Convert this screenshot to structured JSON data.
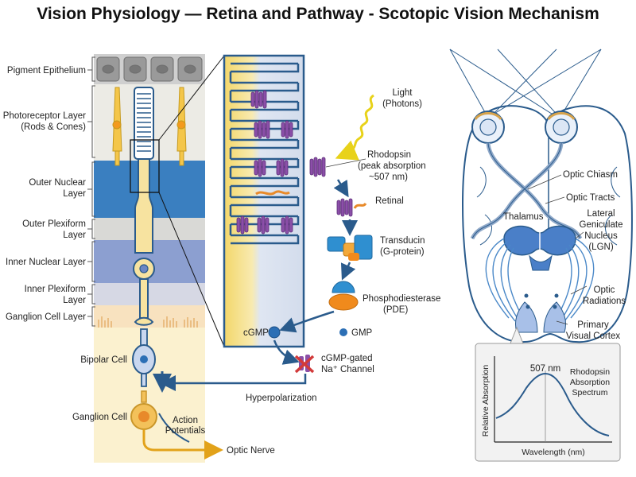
{
  "title": "Vision Physiology — Retina and Pathway - Scotopic Vision Mechanism",
  "retina_layers": {
    "pigment_epithelium": "Pigment Epithelium",
    "photoreceptor_1": "Photoreceptor Layer",
    "photoreceptor_2": "(Rods & Cones)",
    "outer_nuclear_1": "Outer Nuclear",
    "outer_nuclear_2": "Layer",
    "outer_plexiform_1": "Outer Plexiform",
    "outer_plexiform_2": "Layer",
    "inner_nuclear": "Inner Nuclear Layer",
    "inner_plexiform_1": "Inner Plexiform",
    "inner_plexiform_2": "Layer",
    "ganglion_layer": "Ganglion Cell Layer"
  },
  "cells": {
    "bipolar": "Bipolar Cell",
    "ganglion": "Ganglion Cell",
    "action_1": "Action",
    "action_2": "Potentials",
    "optic_nerve": "Optic Nerve"
  },
  "cascade": {
    "light_1": "Light",
    "light_2": "(Photons)",
    "rhodopsin_1": "Rhodopsin",
    "rhodopsin_2": "(peak absorption",
    "rhodopsin_3": "~507 nm)",
    "retinal": "Retinal",
    "transducin_1": "Transducin",
    "transducin_2": "(G-protein)",
    "pde_1": "Phosphodiesterase",
    "pde_2": "(PDE)",
    "cgmp": "cGMP",
    "gmp": "GMP",
    "channel_1": "cGMP-gated",
    "channel_2": "Na⁺ Channel",
    "hyperpolarization": "Hyperpolarization"
  },
  "brain": {
    "optic_chiasm": "Optic Chiasm",
    "optic_tracts": "Optic Tracts",
    "thalamus": "Thalamus",
    "lgn_1": "Lateral",
    "lgn_2": "Geniculate",
    "lgn_3": "Nucleus",
    "lgn_4": "(LGN)",
    "radiations_1": "Optic",
    "radiations_2": "Radiations",
    "cortex_1": "Primary",
    "cortex_2": "Visual Cortex"
  },
  "spectrum": {
    "peak_label": "507 nm",
    "legend_1": "Rhodopsin",
    "legend_2": "Absorption",
    "legend_3": "Spectrum",
    "ylabel": "Relative Absorption",
    "xlabel": "Wavelength (nm)"
  },
  "colors": {
    "outline": "#2a5b8c",
    "rod_fill": "#f7e3a0",
    "rhodopsin": "#8b4fa8",
    "transducin": "#2f8fd0",
    "pde": "#f08a1c",
    "cgmp": "#2c6fb5",
    "block": "#d23a3a"
  }
}
